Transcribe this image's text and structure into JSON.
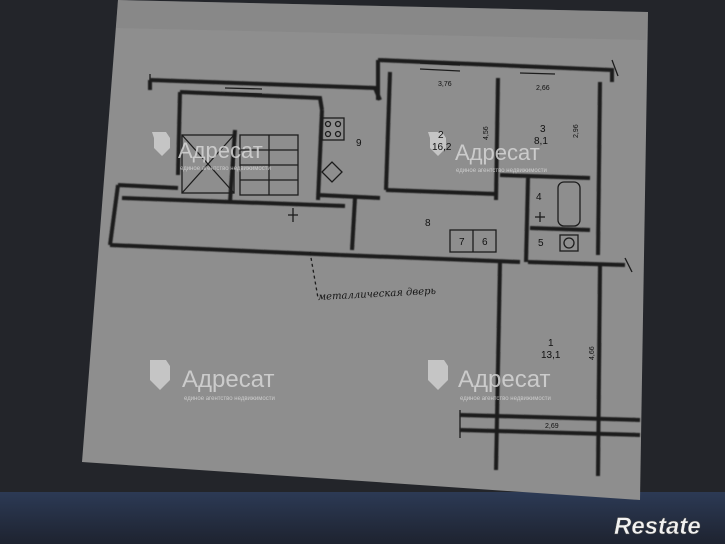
{
  "diagram": {
    "rooms": [
      {
        "id": "room-1",
        "number": "1",
        "area": "13,1"
      },
      {
        "id": "room-2",
        "number": "2",
        "area": "16,2"
      },
      {
        "id": "room-3",
        "number": "3",
        "area": "8,1"
      },
      {
        "id": "room-4",
        "number": "4",
        "area": ""
      },
      {
        "id": "room-5",
        "number": "5",
        "area": ""
      },
      {
        "id": "room-6",
        "number": "6",
        "area": ""
      },
      {
        "id": "room-7",
        "number": "7",
        "area": ""
      },
      {
        "id": "room-8",
        "number": "8",
        "area": ""
      },
      {
        "id": "room-9",
        "number": "9",
        "area": ""
      }
    ],
    "dimensions": {
      "room2_width": "3,76",
      "room2_depth": "4,56",
      "room3_width": "2,66",
      "room3_depth": "2,96",
      "room1_depth": "4,66",
      "room1_width": "2,69"
    },
    "note": "металлическая дверь"
  },
  "watermark": {
    "brand": "Адресат",
    "tagline": "единое агентство недвижимости"
  },
  "corner_logo": "Restate",
  "colors": {
    "paper": "#8f8f8f",
    "line": "#1c1c1c",
    "background": "#23252a"
  }
}
